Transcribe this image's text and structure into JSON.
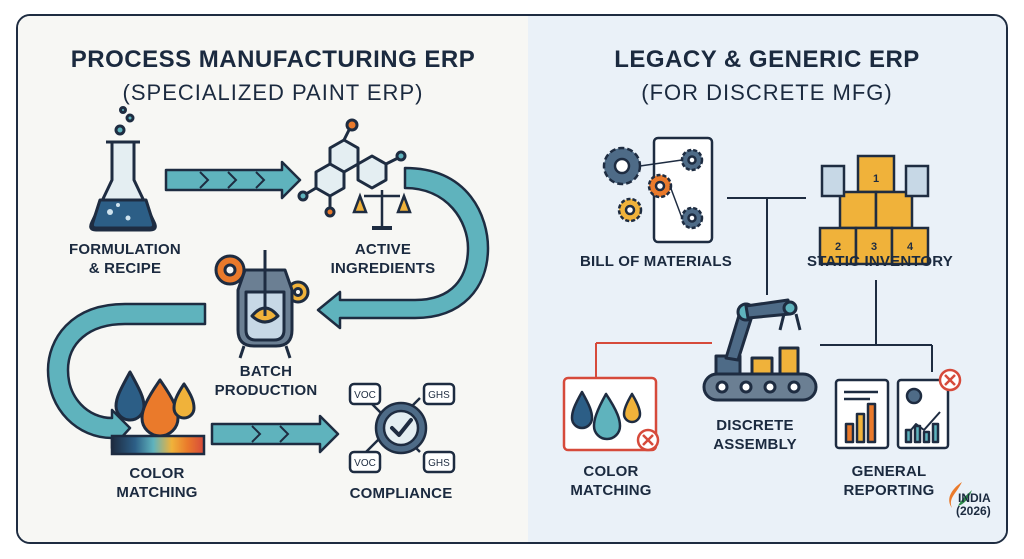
{
  "left": {
    "title": "PROCESS MANUFACTURING ERP",
    "subtitle": "(SPECIALIZED PAINT ERP)",
    "nodes": {
      "formulation_l1": "FORMULATION",
      "formulation_l2": "& RECIPE",
      "ingredients_l1": "ACTIVE",
      "ingredients_l2": "INGREDIENTS",
      "batch_l1": "BATCH",
      "batch_l2": "PRODUCTION",
      "color_l1": "COLOR",
      "color_l2": "MATCHING",
      "compliance": "COMPLIANCE"
    },
    "tags": {
      "voc": "VOC",
      "ghs": "GHS"
    }
  },
  "right": {
    "title": "LEGACY & GENERIC ERP",
    "subtitle": "(FOR DISCRETE MFG)",
    "nodes": {
      "bom": "BILL OF MATERIALS",
      "inventory": "STATIC INVENTORY",
      "assembly_l1": "DISCRETE",
      "assembly_l2": "ASSEMBLY",
      "color_l1": "COLOR",
      "color_l2": "MATCHING",
      "reporting_l1": "GENERAL",
      "reporting_l2": "REPORTING"
    },
    "box_numbers": [
      "1",
      "2",
      "3",
      "4"
    ]
  },
  "badge": {
    "line1": "INDIA",
    "line2": "(2026)"
  },
  "colors": {
    "navy": "#1e2c41",
    "teal": "#5fb3bd",
    "orange": "#ea7a2b",
    "yellow": "#f0b23a",
    "red": "#d64a3b",
    "left_bg": "#f7f7f4",
    "right_bg": "#eaf1f8"
  }
}
